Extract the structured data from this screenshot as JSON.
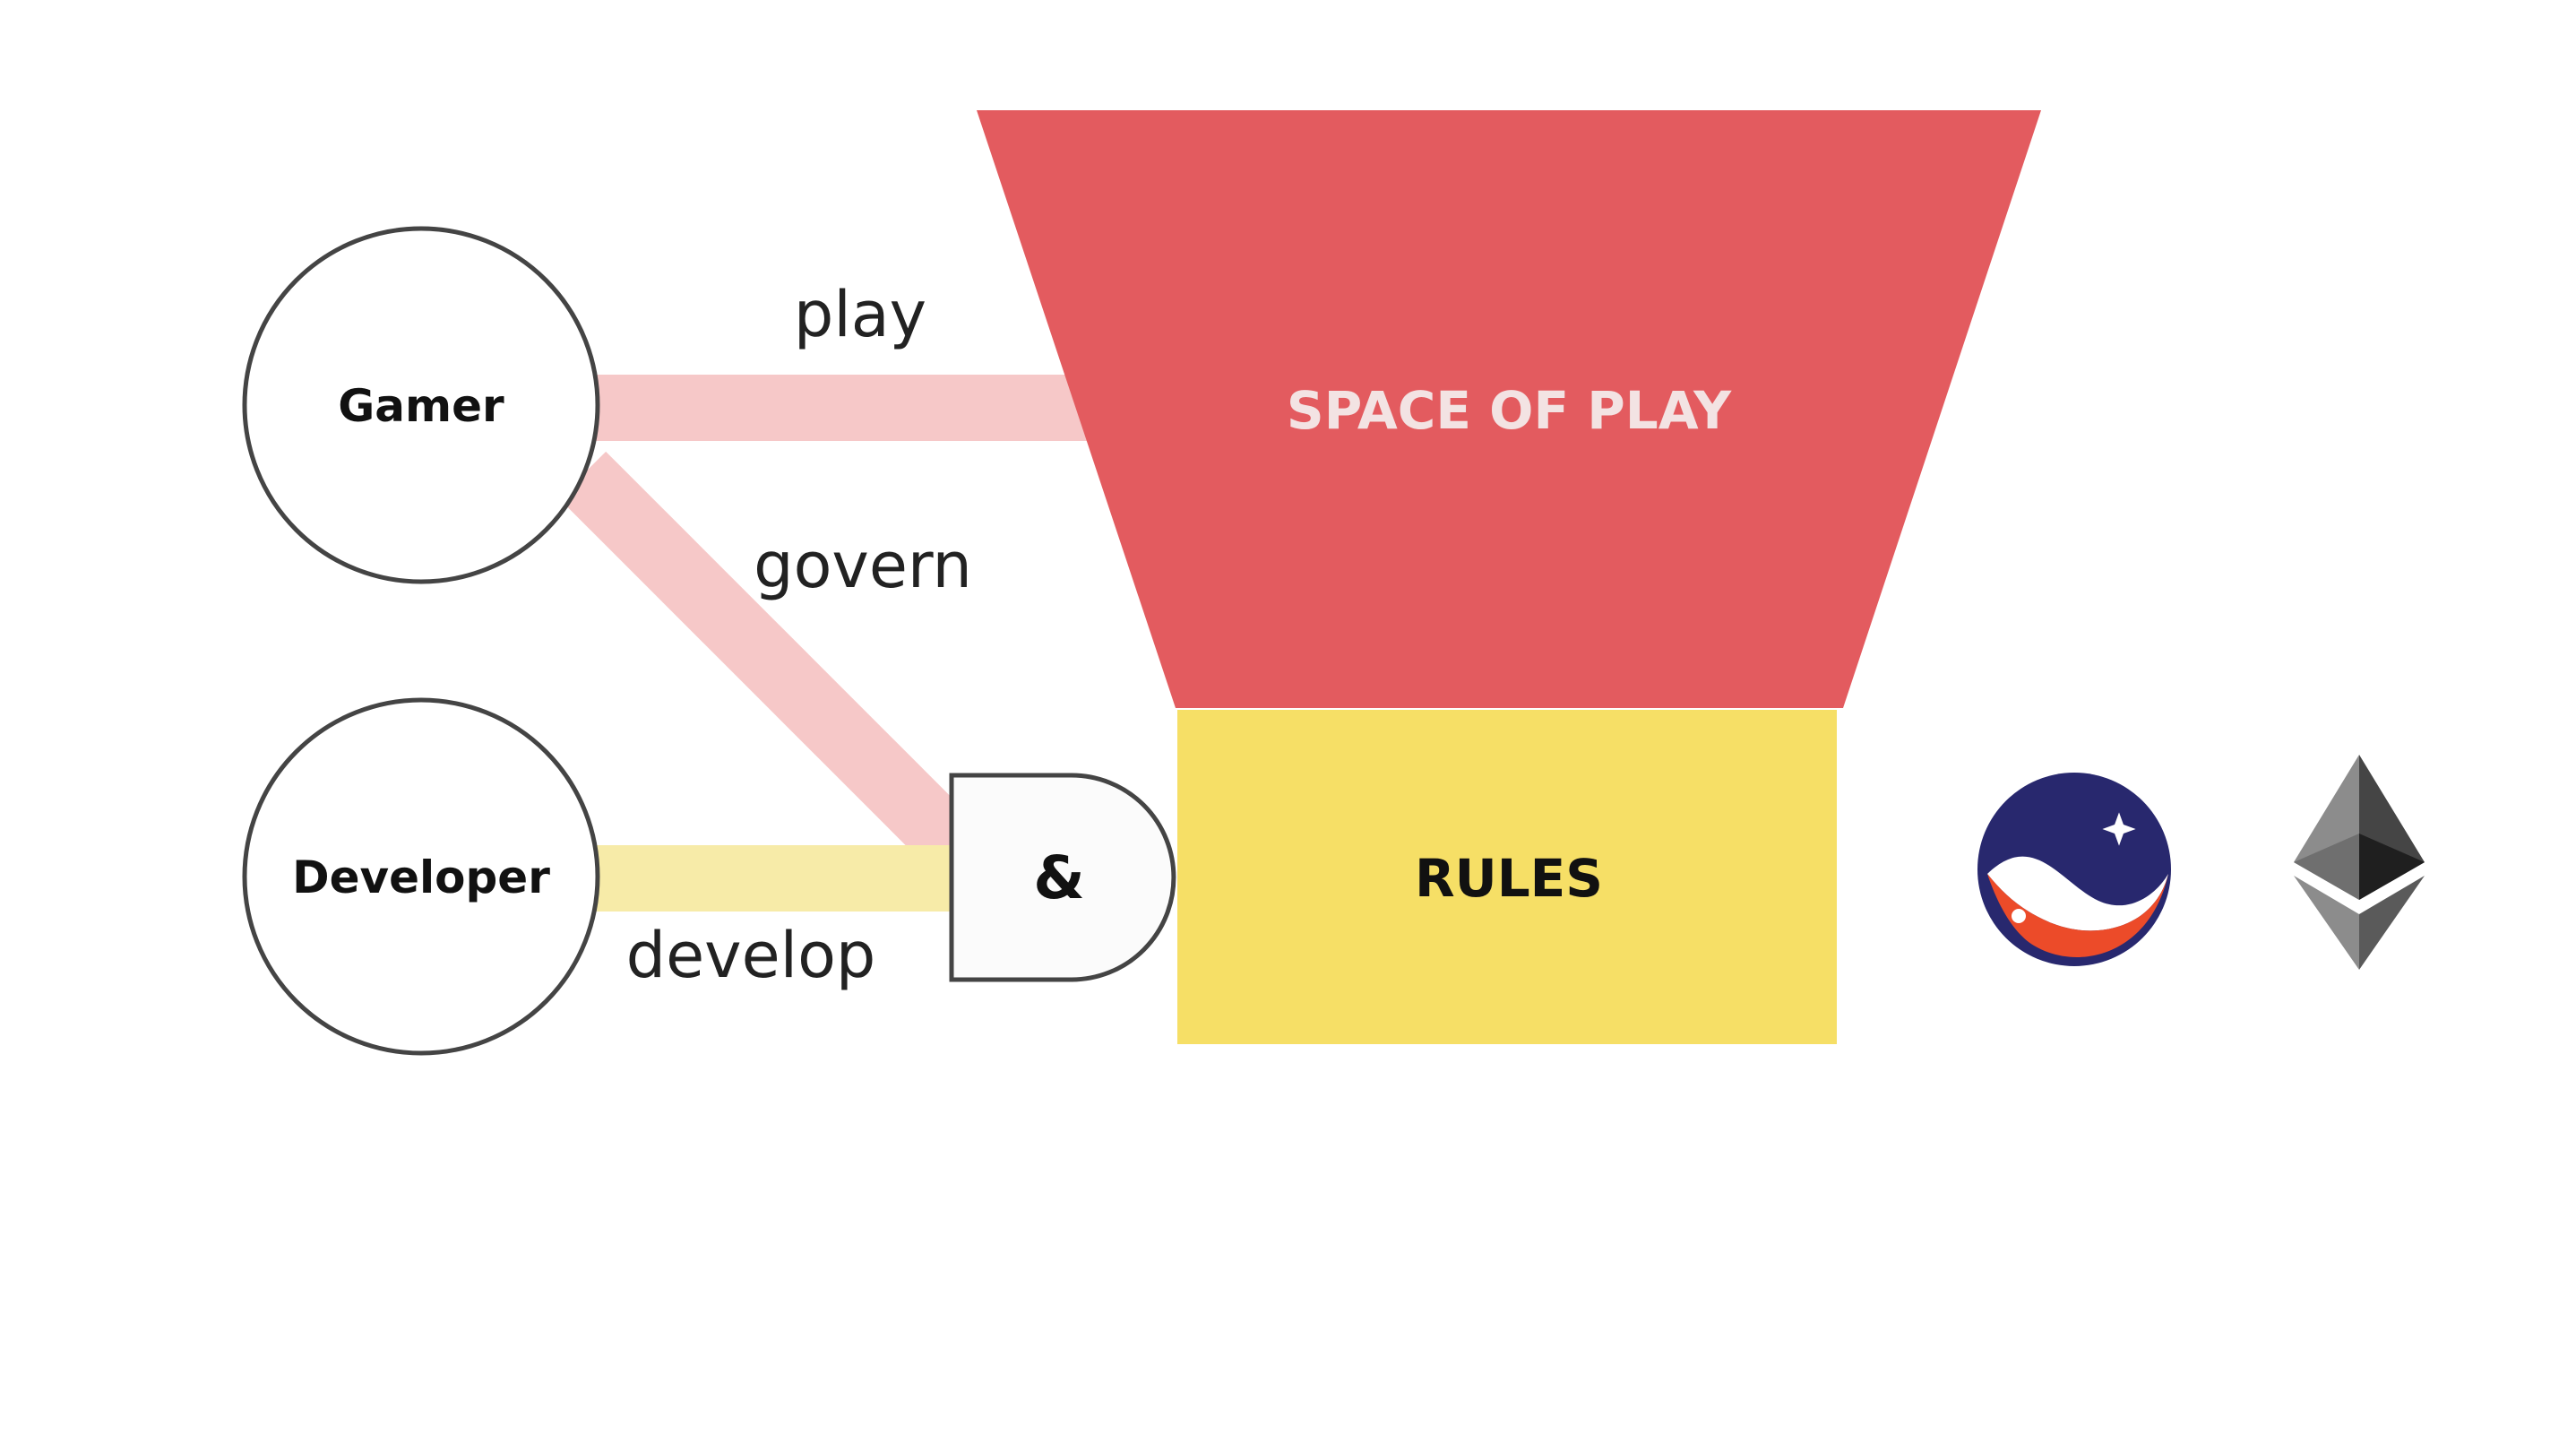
{
  "nodes": {
    "gamer": "Gamer",
    "developer": "Developer",
    "and_gate": "&"
  },
  "edges": {
    "play": "play",
    "govern": "govern",
    "develop": "develop"
  },
  "funnel": {
    "top_label": "SPACE OF PLAY",
    "bottom_label": "RULES"
  },
  "logos": [
    "starknet-logo",
    "ethereum-logo"
  ],
  "colors": {
    "space_of_play": "#E35B5F",
    "rules": "#F6DF66",
    "play_line": "#F6C8C8",
    "govern_line": "#F6C8C8",
    "develop_line": "#F7EBA8",
    "node_stroke": "#444444",
    "top_label_text": "#F3E3E3",
    "starknet_bg": "#28286E",
    "starknet_wave_red": "#EC4B29",
    "ethereum_gray": "#8C8C8C"
  }
}
